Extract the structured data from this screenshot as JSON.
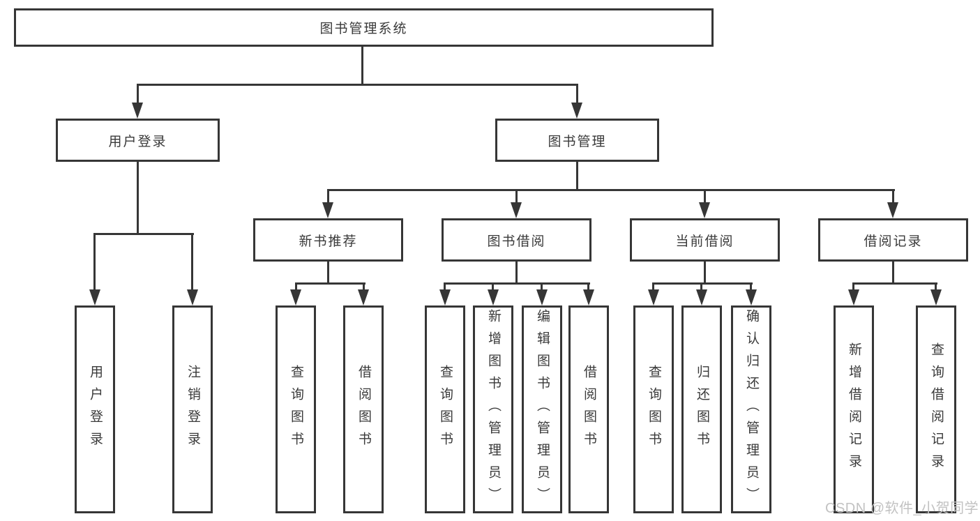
{
  "diagram": {
    "root": {
      "label": "图书管理系统"
    },
    "level2": [
      {
        "id": "user-login",
        "label": "用户登录"
      },
      {
        "id": "book-management",
        "label": "图书管理"
      }
    ],
    "level3": [
      {
        "id": "new-book-recommend",
        "label": "新书推荐"
      },
      {
        "id": "book-borrow",
        "label": "图书借阅"
      },
      {
        "id": "current-borrow",
        "label": "当前借阅"
      },
      {
        "id": "borrow-records",
        "label": "借阅记录"
      }
    ],
    "leaves": {
      "user_login": [
        "用户登录",
        "注销登录"
      ],
      "new_book_recommend": [
        "查询图书",
        "借阅图书"
      ],
      "book_borrow": [
        "查询图书",
        "新增图书（管理员）",
        "编辑图书（管理员）",
        "借阅图书"
      ],
      "current_borrow": [
        "查询图书",
        "归还图书",
        "确认归还（管理员）"
      ],
      "borrow_records": [
        "新增借阅记录",
        "查询借阅记录"
      ]
    }
  },
  "watermark": {
    "text": "CSDN @软件_小贺同学"
  },
  "colors": {
    "line": "#363636",
    "text": "#3a3a3a",
    "box_background": "#ffffff",
    "watermark": "#c2c2c2"
  }
}
